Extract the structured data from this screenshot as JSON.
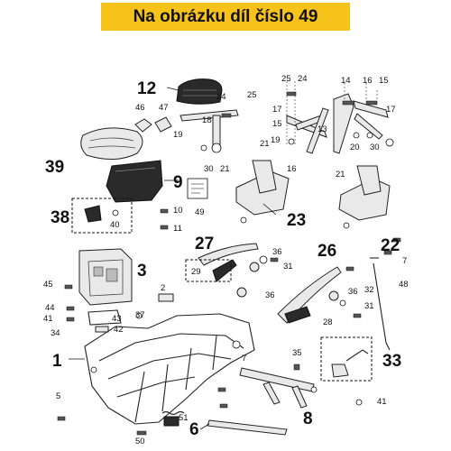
{
  "banner": {
    "text": "Na obrázku díl číslo 49",
    "color": "#f7c21a"
  },
  "labels": {
    "l12": "12",
    "l24a": "24",
    "l25a": "25",
    "l25b": "25",
    "l24b": "24",
    "l14": "14",
    "l16a": "16",
    "l15a": "15",
    "l46": "46",
    "l47": "47",
    "l18": "18",
    "l17a": "17",
    "l17b": "17",
    "l15b": "15",
    "l13": "13",
    "l19a": "19",
    "l19b": "19",
    "l20": "20",
    "l30a": "30",
    "l21a": "21",
    "l21b": "21",
    "l16b": "16",
    "l30b": "30",
    "l39": "39",
    "l9": "9",
    "l21c": "21",
    "l38": "38",
    "l40": "40",
    "l10": "10",
    "l11": "11",
    "l49": "49",
    "l23": "23",
    "l22": "22",
    "l7a": "7",
    "l27": "27",
    "l26": "26",
    "l36a": "36",
    "l36b": "36",
    "l36c": "36",
    "l31a": "31",
    "l29": "29",
    "l3": "3",
    "l45": "45",
    "l2": "2",
    "l44": "44",
    "l41a": "41",
    "l43": "43",
    "l42": "42",
    "l37": "37",
    "l34": "34",
    "l32": "32",
    "l31b": "31",
    "l48": "48",
    "l28": "28",
    "l1": "1",
    "l35": "35",
    "l33": "33",
    "l7b": "7",
    "l5": "5",
    "l41b": "41",
    "l8": "8",
    "l51": "51",
    "l6": "6",
    "l50": "50"
  }
}
